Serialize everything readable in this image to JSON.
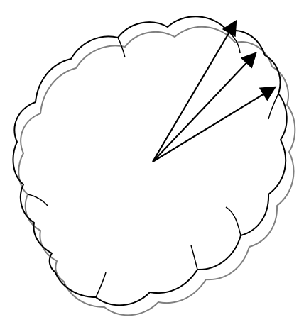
{
  "diagram": {
    "background": "#ffffff",
    "outline_color": "#000000",
    "shadow_color": "#808080",
    "arrow_color": "#000000",
    "arrow_count": 3,
    "shapes": [
      "cloud-outline",
      "cloud-shadow-outline",
      "three-radial-arrows"
    ]
  }
}
